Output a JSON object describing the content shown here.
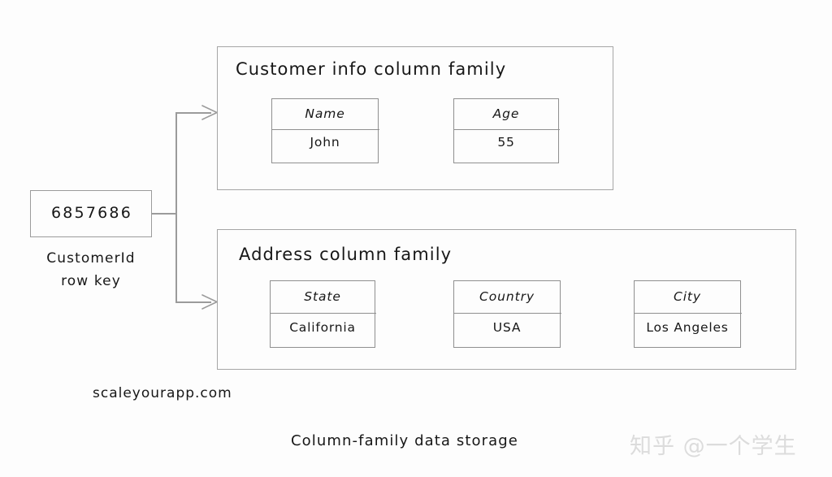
{
  "diagram": {
    "caption_main": "Column-family data storage",
    "caption_source": "scaleyourapp.com",
    "watermark": "知乎 @一个学生"
  },
  "row_key": {
    "value": "6857686",
    "label_line1": "CustomerId",
    "label_line2": "row key"
  },
  "column_families": [
    {
      "title": "Customer info column family",
      "columns": [
        {
          "label": "Name",
          "value": "John"
        },
        {
          "label": "Age",
          "value": "55"
        }
      ]
    },
    {
      "title": "Address column family",
      "columns": [
        {
          "label": "State",
          "value": "California"
        },
        {
          "label": "Country",
          "value": "USA"
        },
        {
          "label": "City",
          "value": "Los Angeles"
        }
      ]
    }
  ],
  "colors": {
    "background": "#fdfdfd",
    "stroke": "#9b9b9b",
    "text": "#171717",
    "watermark": "#dcdcdc"
  }
}
